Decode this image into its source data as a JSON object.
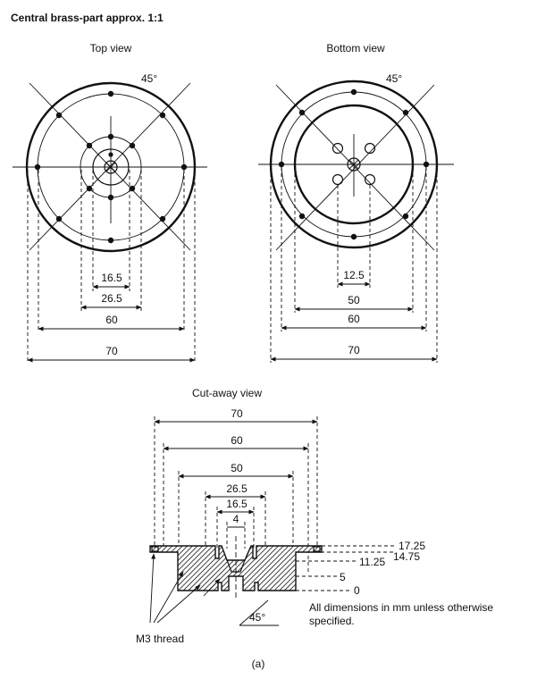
{
  "title": "Central brass-part approx. 1:1",
  "top_view": {
    "label": "Top view",
    "angle_label": "45°",
    "dims": [
      "16.5",
      "26.5",
      "60",
      "70"
    ]
  },
  "bottom_view": {
    "label": "Bottom view",
    "angle_label": "45°",
    "dims": [
      "12.5",
      "50",
      "60",
      "70"
    ]
  },
  "cutaway_view": {
    "label": "Cut-away view",
    "dims": [
      "70",
      "60",
      "50",
      "26.5",
      "16.5",
      "4"
    ],
    "heights": [
      "17.25",
      "14.75",
      "11.25",
      "5",
      "0"
    ],
    "angle_label": "45°",
    "thread_label": "M3 thread"
  },
  "note": "All dimensions in mm unless otherwise specified.",
  "note_line1": "All dimensions in mm unless otherwise",
  "note_line2": "specified.",
  "caption": "(a)"
}
